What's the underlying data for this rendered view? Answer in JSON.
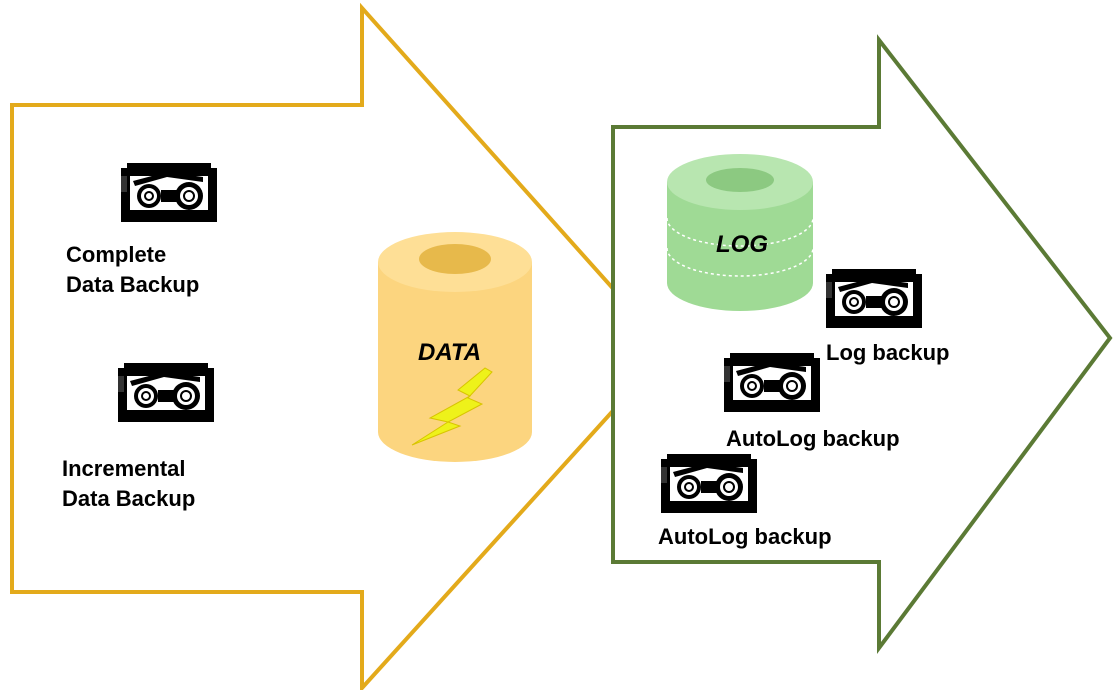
{
  "data_section": {
    "complete_backup_label": [
      "Complete",
      "Data Backup"
    ],
    "incremental_backup_label": [
      "Incremental",
      "Data Backup"
    ],
    "cylinder_label": "DATA"
  },
  "log_section": {
    "cylinder_label": "LOG",
    "log_backup_label": "Log backup",
    "autolog_backup_label_1": "AutoLog backup",
    "autolog_backup_label_2": "AutoLog backup"
  },
  "colors": {
    "data_arrow_stroke": "#e3aa1b",
    "log_arrow_stroke": "#5b7a35",
    "data_cylinder": "#fcd57f",
    "log_cylinder": "#9fda95",
    "lightning": "#eef21a"
  },
  "icons": [
    "tape-drive-icon",
    "lightning-icon",
    "database-cylinder-icon"
  ]
}
